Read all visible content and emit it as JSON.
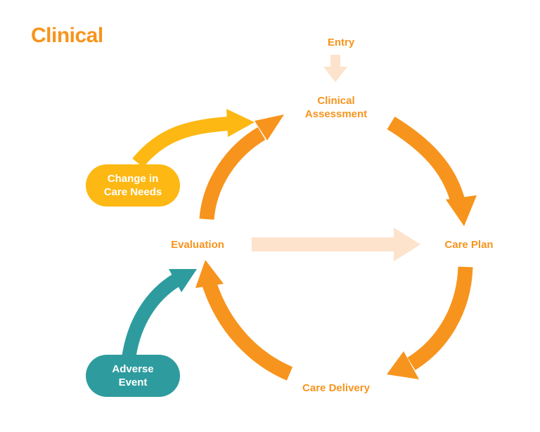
{
  "title": "Clinical",
  "colors": {
    "orange": "#f7941d",
    "yellow": "#fdb813",
    "teal": "#2e9c9e",
    "pale": "#fde3cc",
    "white": "#ffffff"
  },
  "nodes": {
    "entry": "Entry",
    "assessment": [
      "Clinical",
      "Assessment"
    ],
    "care_plan": "Care Plan",
    "care_delivery": "Care Delivery",
    "evaluation": "Evaluation"
  },
  "triggers": {
    "change": [
      "Change in",
      "Care Needs"
    ],
    "adverse": [
      "Adverse",
      "Event"
    ]
  }
}
